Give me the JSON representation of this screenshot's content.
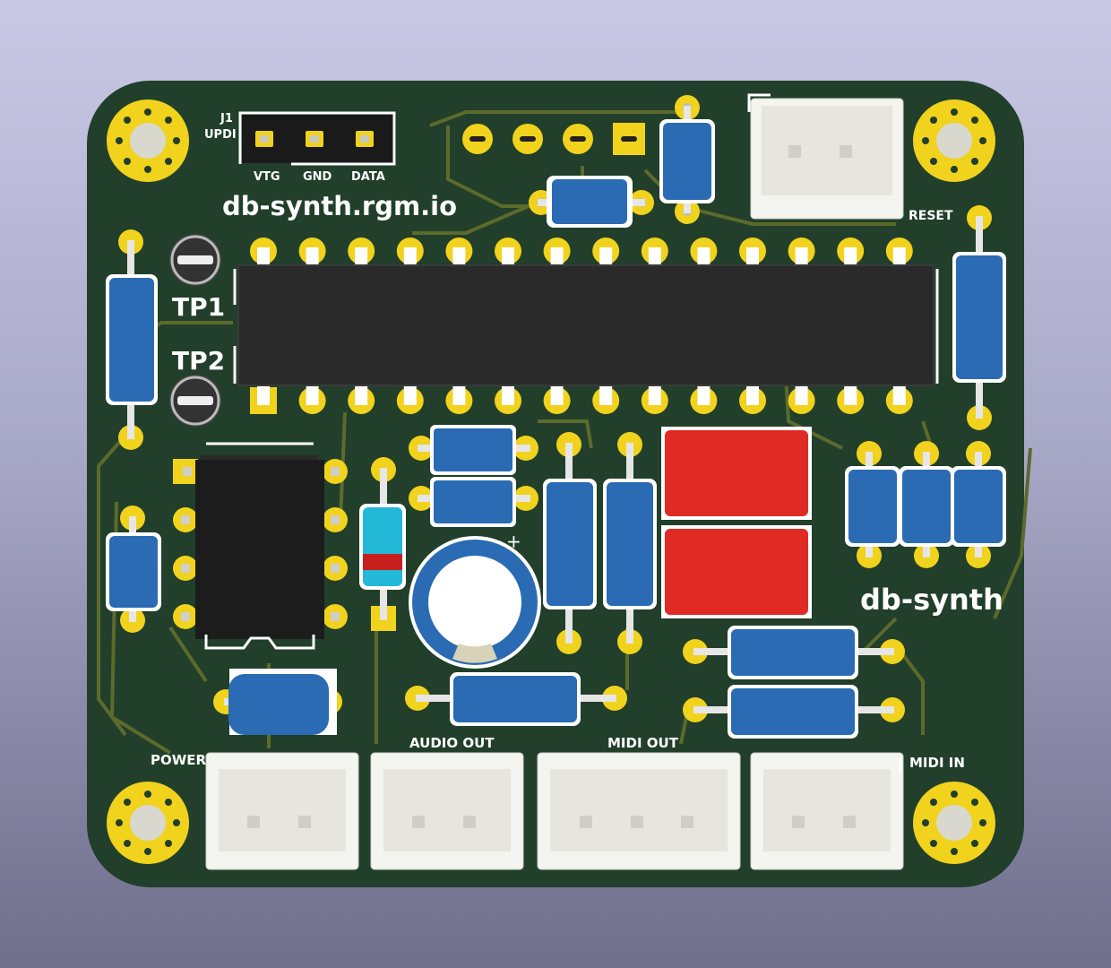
{
  "board": {
    "title": "db-synth.rgm.io",
    "name": "db-synth",
    "colors": {
      "pcb": "#213f2a",
      "trace": "#5c6a2c",
      "copper": "#f1d21d",
      "silkscreen": "#ffffff",
      "component_blue": "#2a6bb3",
      "component_red": "#e02a24",
      "connector": "#f4f4f0",
      "ic": "#2a2a2a"
    }
  },
  "header_j1": {
    "ref": "J1",
    "label": "UPDI",
    "pins": [
      "VTG",
      "GND",
      "DATA"
    ]
  },
  "test_points": [
    "TP1",
    "TP2"
  ],
  "connectors": {
    "reset": "RESET",
    "power": "POWER",
    "audio_out": "AUDIO OUT",
    "midi_out": "MIDI OUT",
    "midi_in": "MIDI IN"
  }
}
